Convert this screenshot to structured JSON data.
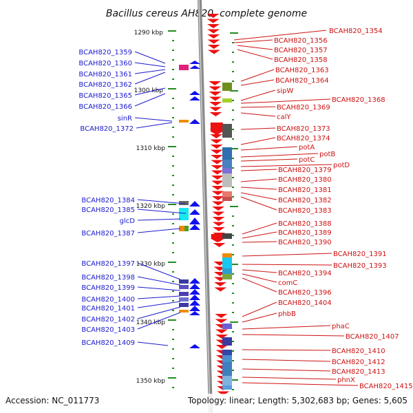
{
  "title": "Bacillus cereus AH820, complete genome",
  "positions": [
    "1290 kbp",
    "1300 kbp",
    "1310 kbp",
    "1320 kbp",
    "1330 kbp",
    "1340 kbp",
    "1350 kbp"
  ],
  "left_genes": [
    "BCAH820_1359",
    "BCAH820_1360",
    "BCAH820_1361",
    "BCAH820_1362",
    "BCAH820_1365",
    "BCAH820_1366",
    "sinR",
    "BCAH820_1372",
    "BCAH820_1384",
    "BCAH820_1385",
    "glcD",
    "BCAH820_1387",
    "BCAH820_1397",
    "BCAH820_1398",
    "BCAH820_1399",
    "BCAH820_1400",
    "BCAH820_1401",
    "BCAH820_1402",
    "BCAH820_1403",
    "BCAH820_1409"
  ],
  "right_genes": [
    "BCAH820_1354",
    "BCAH820_1356",
    "BCAH820_1357",
    "BCAH820_1358",
    "BCAH820_1363",
    "BCAH820_1364",
    "sipW",
    "BCAH820_1368",
    "BCAH820_1369",
    "calY",
    "BCAH820_1373",
    "BCAH820_1374",
    "potA",
    "potB",
    "potC",
    "potD",
    "BCAH820_1379",
    "BCAH820_1380",
    "BCAH820_1381",
    "BCAH820_1382",
    "BCAH820_1383",
    "BCAH820_1388",
    "BCAH820_1389",
    "BCAH820_1390",
    "BCAH820_1391",
    "BCAH820_1393",
    "BCAH820_1394",
    "comC",
    "BCAH820_1396",
    "BCAH820_1404",
    "phbB",
    "phaC",
    "BCAH820_1407",
    "BCAH820_1410",
    "BCAH820_1412",
    "BCAH820_1413",
    "phnX",
    "BCAH820_1415"
  ],
  "footer": {
    "accession": "Accession: NC_011773",
    "summary": "Topology: linear; Length: 5,302,683 bp; Genes: 5,605"
  },
  "colors": {
    "forward_gene": "#ee1111",
    "reverse_gene": "#1111ee",
    "left_label": "#1a1acc",
    "right_label": "#cc1111",
    "backbone": "#8a8a8a",
    "tick": "#228b22"
  }
}
